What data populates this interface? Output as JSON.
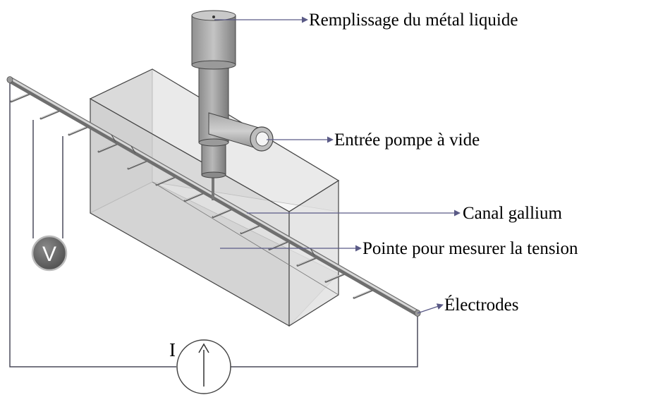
{
  "labels": {
    "fill": "Remplissage du métal liquide",
    "pump": "Entrée pompe à vide",
    "channel": "Canal gallium",
    "tip": "Pointe pour mesurer la tension",
    "electrodes": "Électrodes"
  },
  "meter": {
    "voltmeter": "V",
    "current": "I"
  },
  "colors": {
    "leader": "#5a5a86",
    "wire": "#4a4a5a",
    "box_face": "#d9d9d9",
    "box_back": "#bdbdbd",
    "rod": "#b0b0b0",
    "pipe": "#9a9a9a",
    "voltmeter_fill": "#6e6e6e"
  },
  "icons": {
    "voltmeter": "voltmeter-icon",
    "ammeter": "current-source-icon",
    "arrow": "arrow-head-icon"
  }
}
